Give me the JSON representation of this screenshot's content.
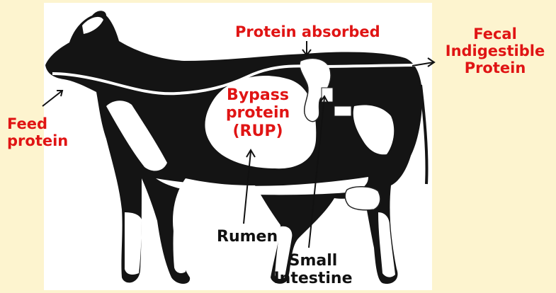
{
  "labels": {
    "protein_absorbed": "Protein absorbed",
    "fecal": [
      "Fecal",
      "Indigestible",
      "Protein"
    ],
    "feed_protein": [
      "Feed",
      "protein"
    ],
    "bypass": [
      "Bypass",
      "protein",
      "(RUP)"
    ],
    "rumen": "Rumen",
    "small_intestine": [
      "Small",
      "Intestine"
    ]
  },
  "colors": {
    "background": "#fdf4cf",
    "label_red": "#e01414",
    "label_black": "#111111",
    "cow_black": "#111111",
    "cow_white": "#ffffff"
  }
}
